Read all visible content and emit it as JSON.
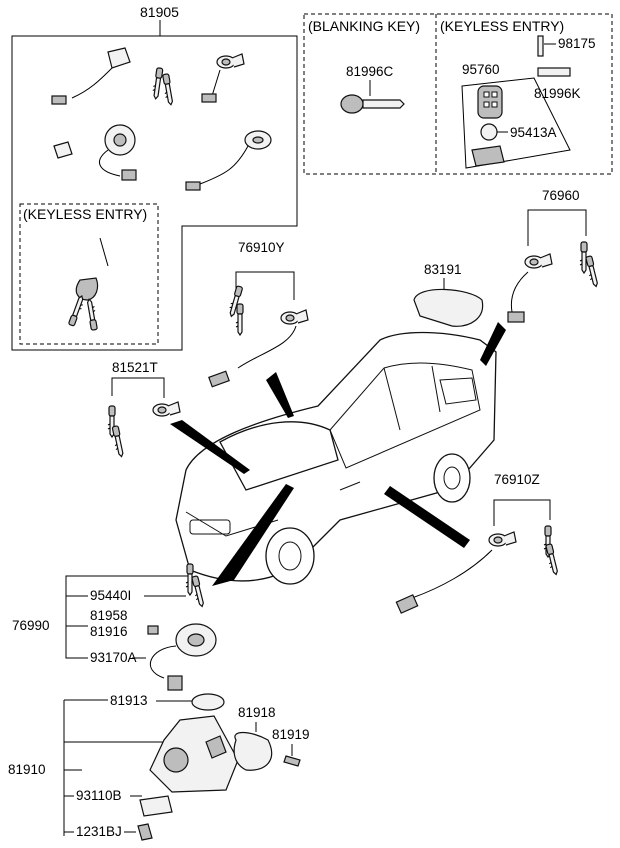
{
  "groups": {
    "g81905": "81905",
    "blanking_header": "(BLANKING KEY)",
    "keyless_header_top": "(KEYLESS ENTRY)",
    "keyless_header_left": "(KEYLESS ENTRY)"
  },
  "labels": {
    "p81996C": "81996C",
    "p98175": "98175",
    "p95760": "95760",
    "p81996K": "81996K",
    "p95413A": "95413A",
    "p76960": "76960",
    "p76910Y": "76910Y",
    "p83191": "83191",
    "p81521T": "81521T",
    "p76910Z": "76910Z",
    "p95440I": "95440I",
    "p76990": "76990",
    "p81958": "81958",
    "p81916": "81916",
    "p93170A": "93170A",
    "p81913": "81913",
    "p81918": "81918",
    "p81919": "81919",
    "p81910": "81910",
    "p93110B": "93110B",
    "p1231BJ": "1231BJ"
  },
  "icons": {
    "vehicle": "suv-illustration-icon",
    "key": "key-icon",
    "remote": "remote-fob-icon",
    "cylinder": "lock-cylinder-icon"
  }
}
